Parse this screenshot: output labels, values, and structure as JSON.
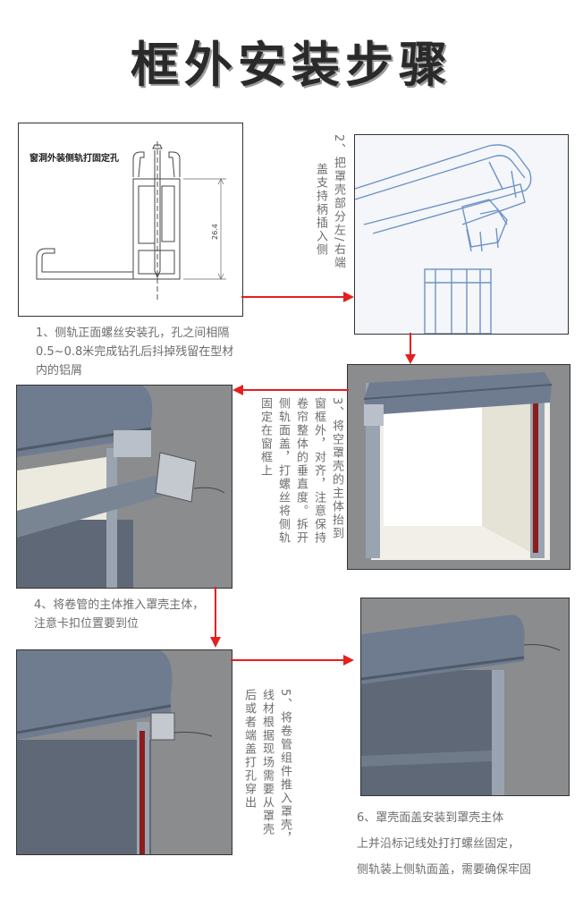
{
  "page": {
    "title": "框外安装步骤",
    "diagram_label": "窗洞外装侧轨打固定孔",
    "dimension_label": "26.4"
  },
  "steps": {
    "s1": "1、侧轨正面螺丝安装孔，孔之间相隔0.5~0.8米完成钻孔后抖掉残留在型材内的铝屑",
    "s2": [
      "2、把罩壳部分左/右端",
      "盖支持柄插入侧"
    ],
    "s3": [
      "3、将空罩壳的主体抬到",
      "窗框外，对齐，注意保持",
      "卷帘整体的垂直度。拆开",
      "侧轨面盖，打螺丝将侧轨",
      "固定在窗框上"
    ],
    "s4": "4、将卷管的主体推入罩壳主体，注意卡扣位置要到位",
    "s5": [
      "5、将卷管组件推入罩壳，",
      "线材根据现场需要从罩壳",
      "后或者端盖打孔穿出"
    ],
    "s6": [
      "6、罩壳面盖安装到罩壳主体",
      "上并沿标记线处打打螺丝固定，",
      "侧轨装上侧轨面盖，需要确保牢固"
    ]
  },
  "colors": {
    "arrow": "#e4201f",
    "panel_bg": "#8a8c8e",
    "blind": "#5f6876",
    "cassette": "#6f7c90",
    "rail_red": "#8c1d1d",
    "sketch": "#6f93c7"
  }
}
